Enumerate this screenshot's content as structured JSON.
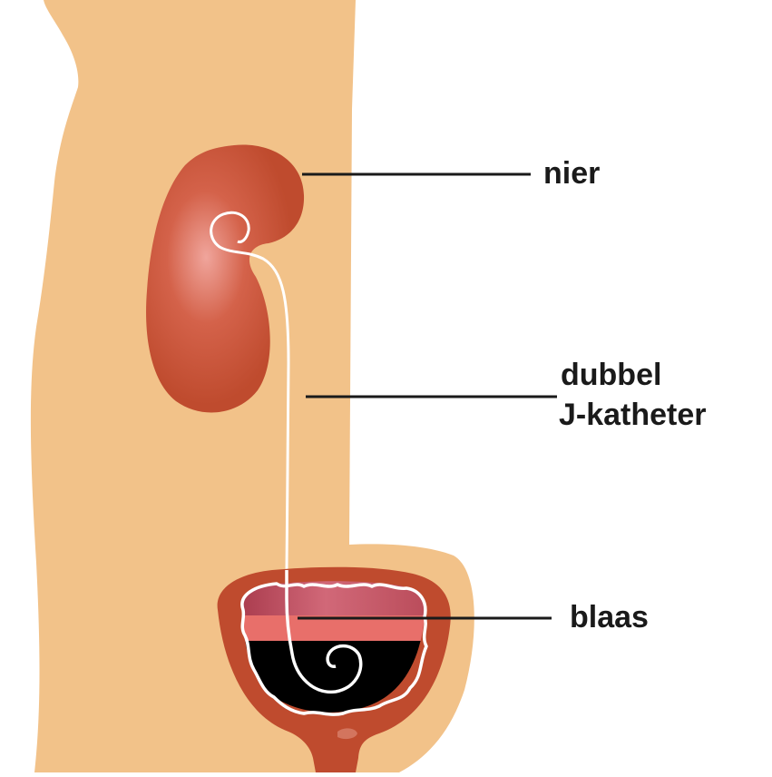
{
  "labels": {
    "kidney": "nier",
    "stent_line1": "dubbel",
    "stent_line2": "J-katheter",
    "bladder": "blaas"
  },
  "colors": {
    "skin": "#f2c289",
    "organ": "#bf4b2e",
    "organ_highlight": "#e8928a",
    "bladder_inner": "#c2546a",
    "bladder_band": "#e86f6a",
    "urine_dark": "#000000",
    "catheter": "#ffffff",
    "pointer": "#1a1a1a"
  }
}
